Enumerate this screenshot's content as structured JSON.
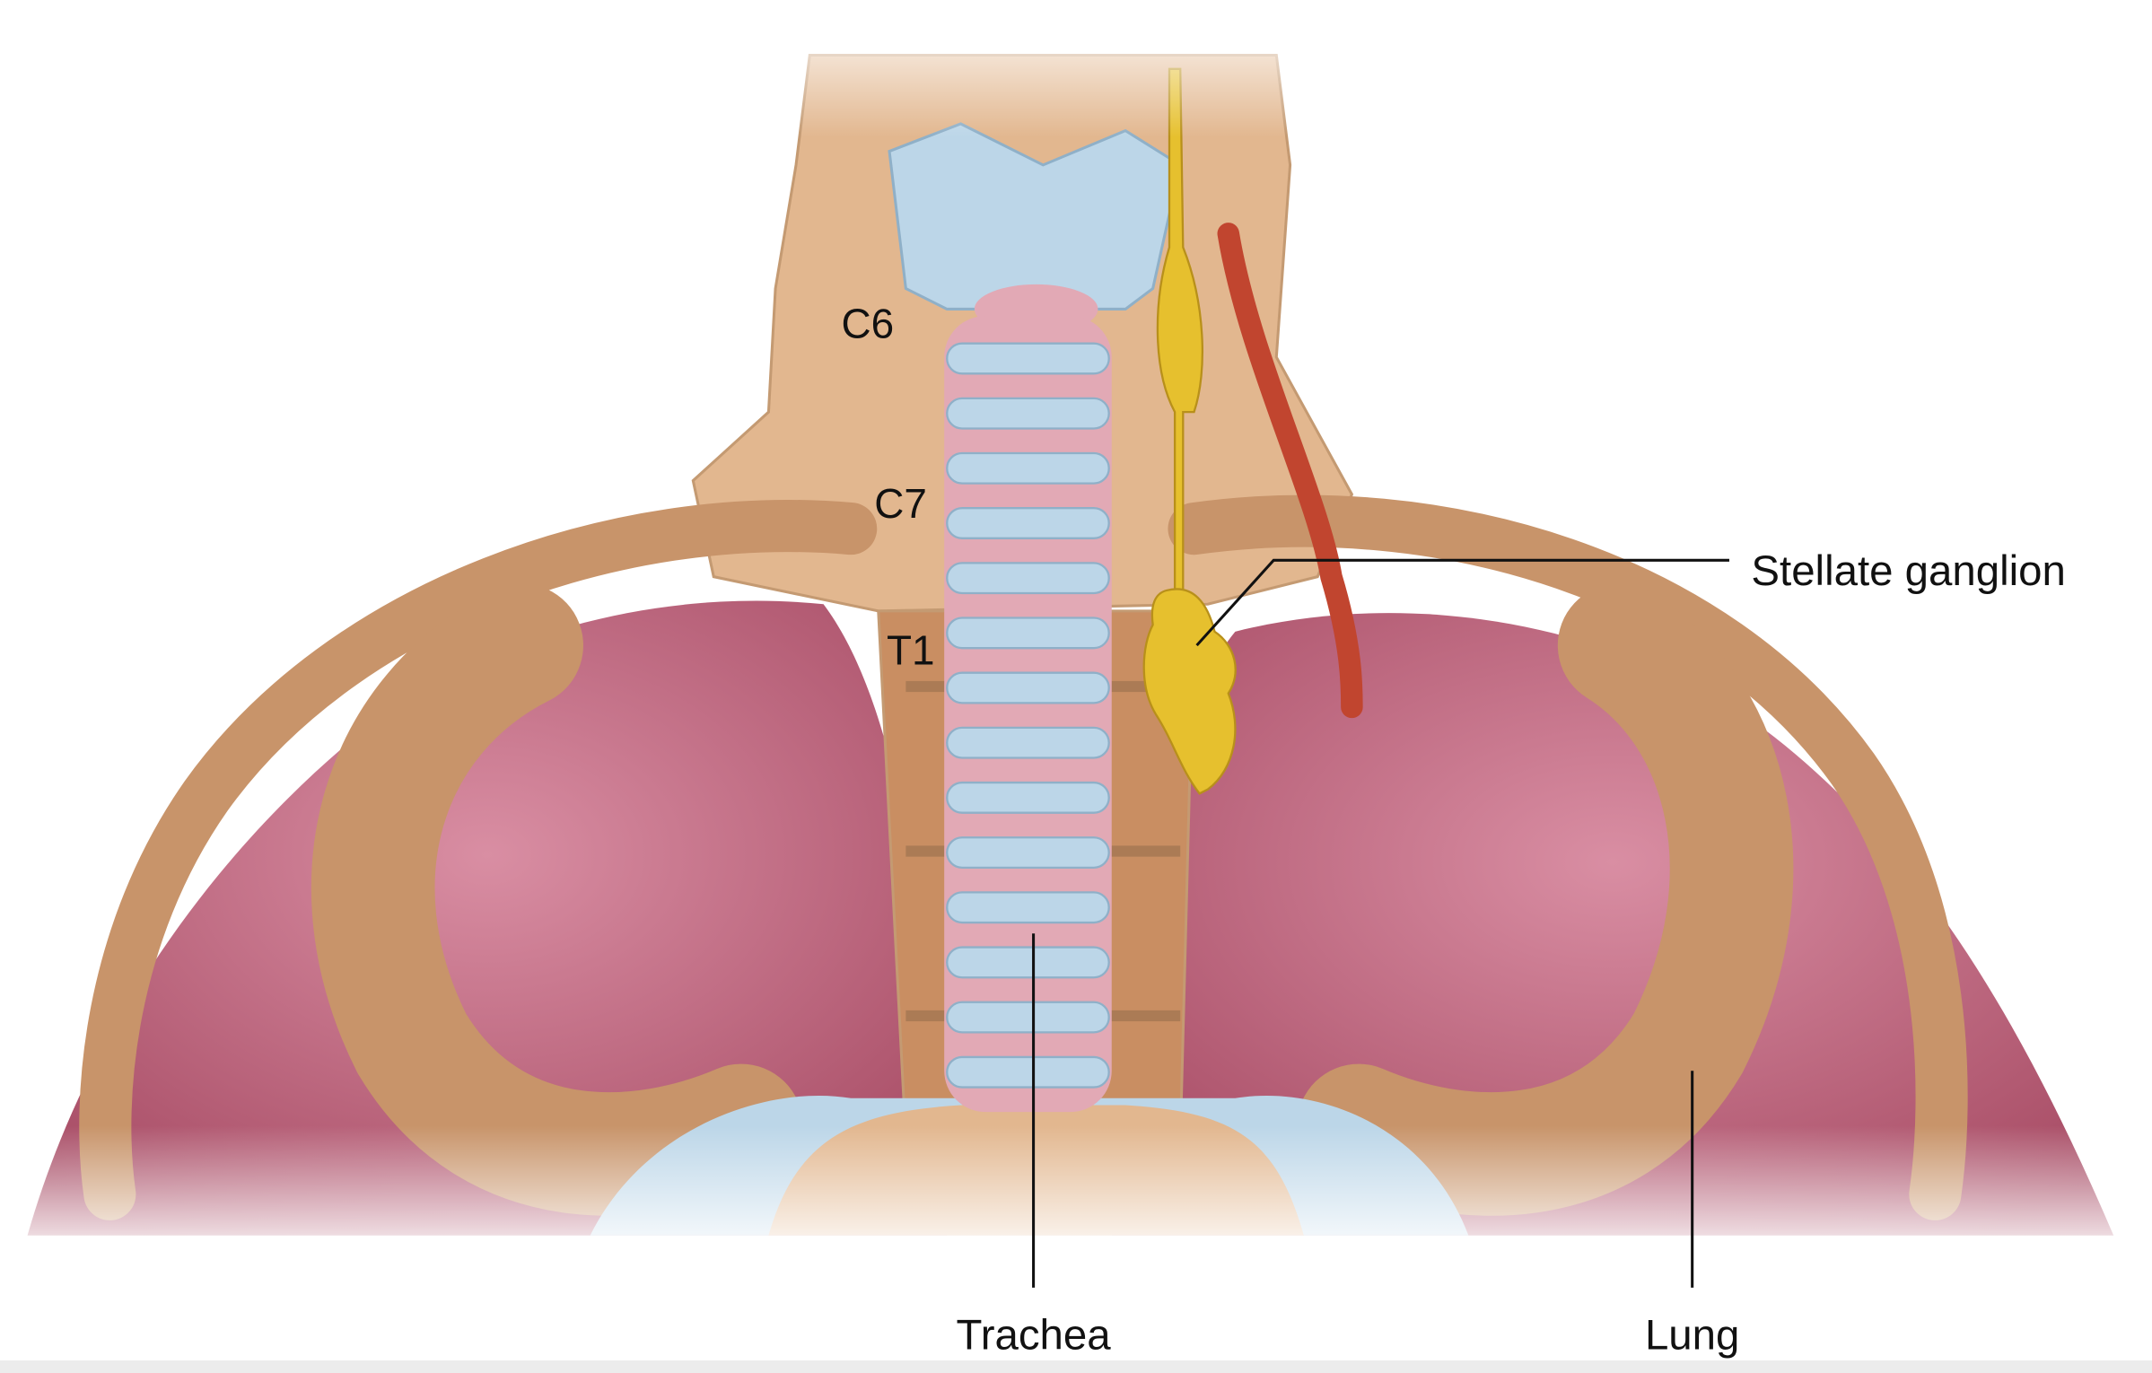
{
  "diagram": {
    "labels": {
      "c6": "C6",
      "c7": "C7",
      "t1": "T1",
      "stellate": "Stellate ganglion",
      "trachea": "Trachea",
      "lung": "Lung"
    },
    "colors": {
      "lung": "#b65a73",
      "lung_light": "#d98ea3",
      "rib": "#c8946a",
      "vertebra": "#e2b78f",
      "cartilage": "#bcd6e8",
      "trachea_ring": "#e2a9b5",
      "nerve": "#e6c02e",
      "artery": "#c1452f"
    }
  }
}
